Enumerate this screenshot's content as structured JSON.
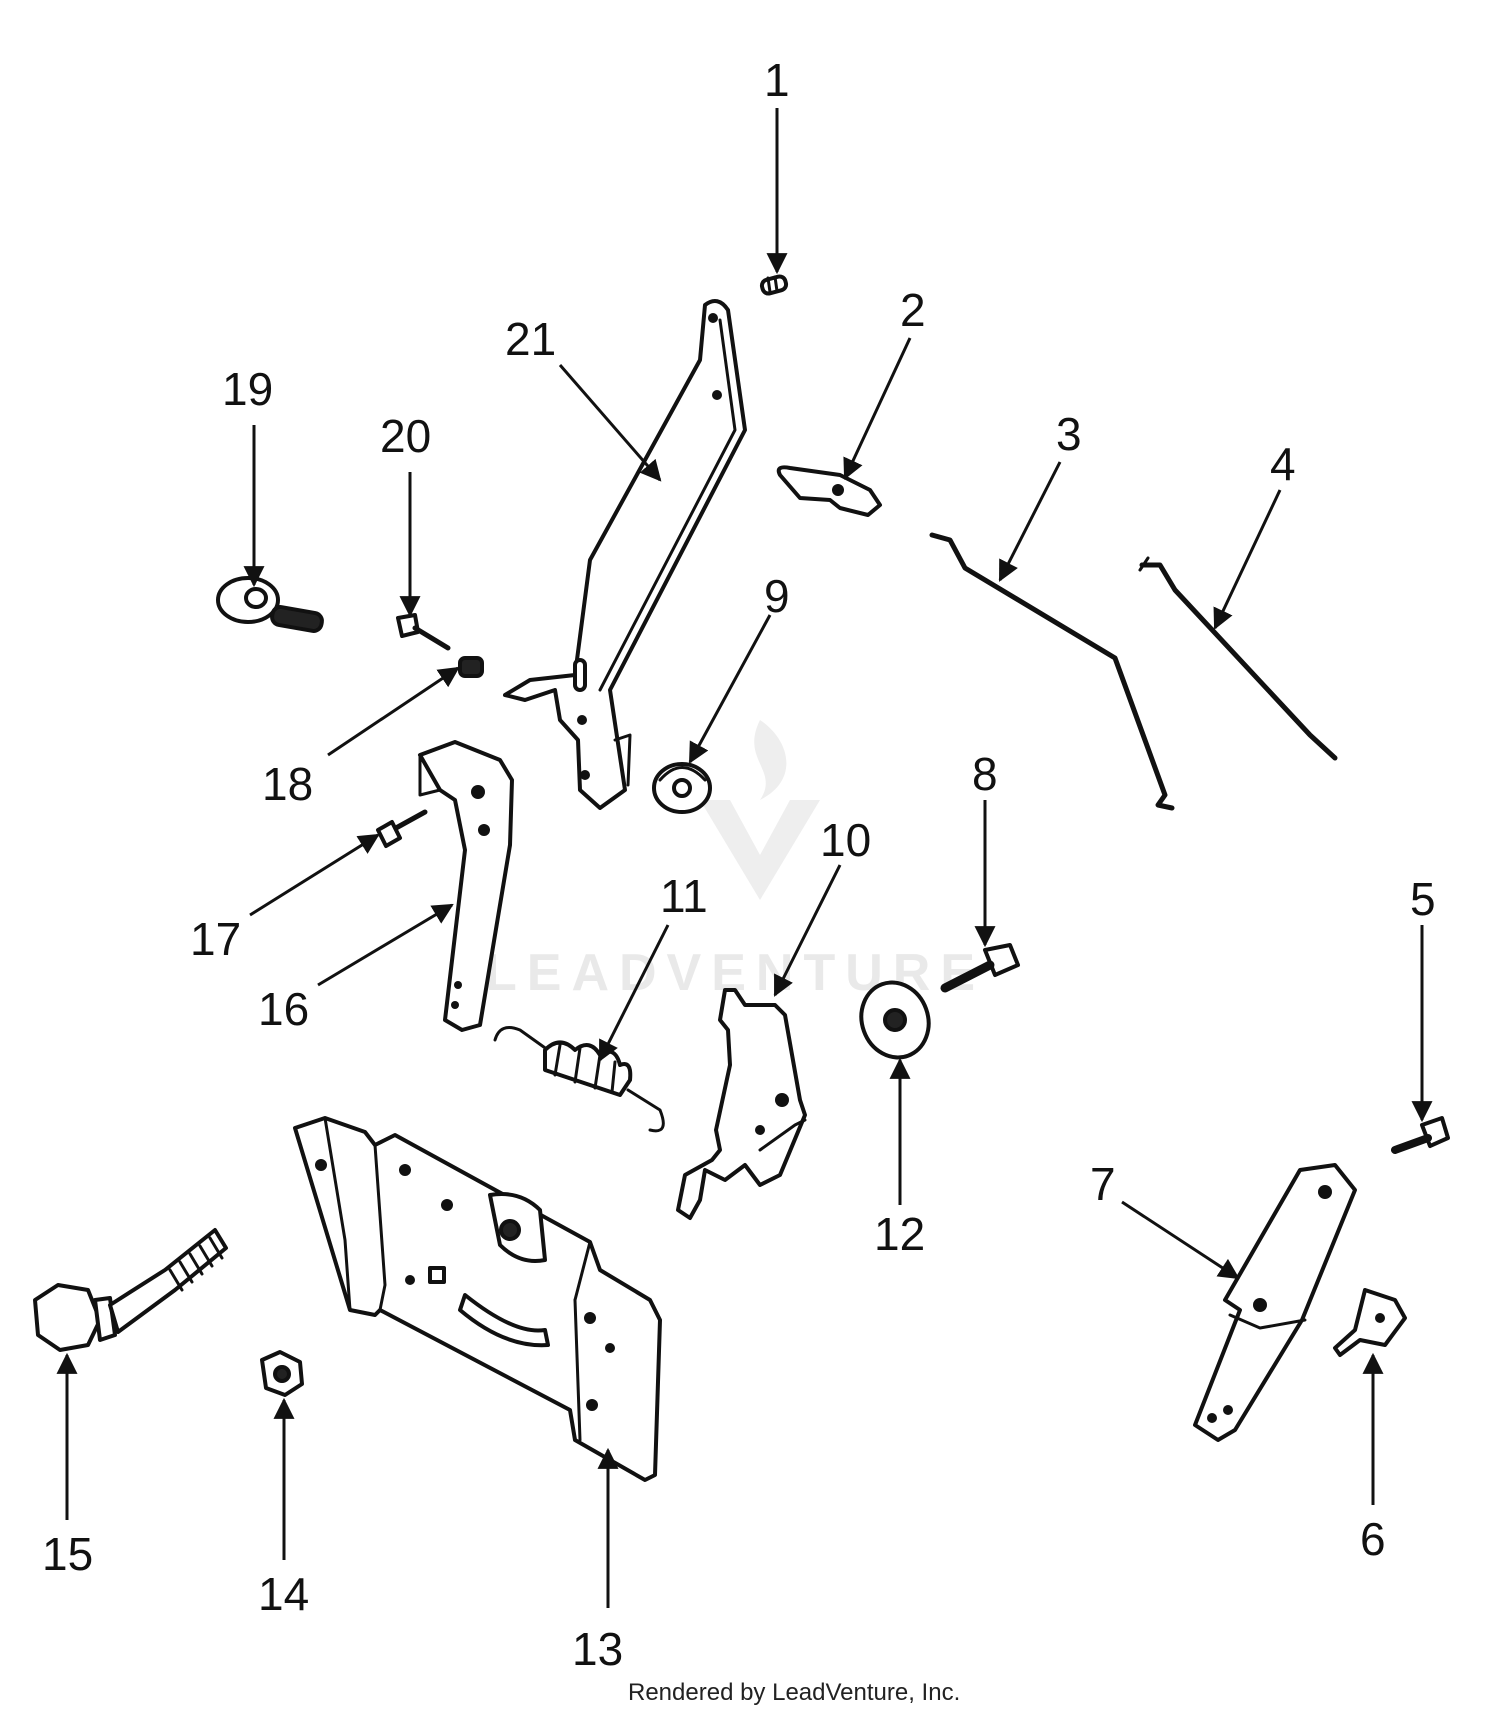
{
  "diagram": {
    "watermark_text": "LEADVENTURE",
    "footer_text": "Rendered by LeadVenture, Inc.",
    "callouts": [
      "1",
      "2",
      "3",
      "4",
      "5",
      "6",
      "7",
      "8",
      "9",
      "10",
      "11",
      "12",
      "13",
      "14",
      "15",
      "16",
      "17",
      "18",
      "19",
      "20",
      "21"
    ]
  }
}
